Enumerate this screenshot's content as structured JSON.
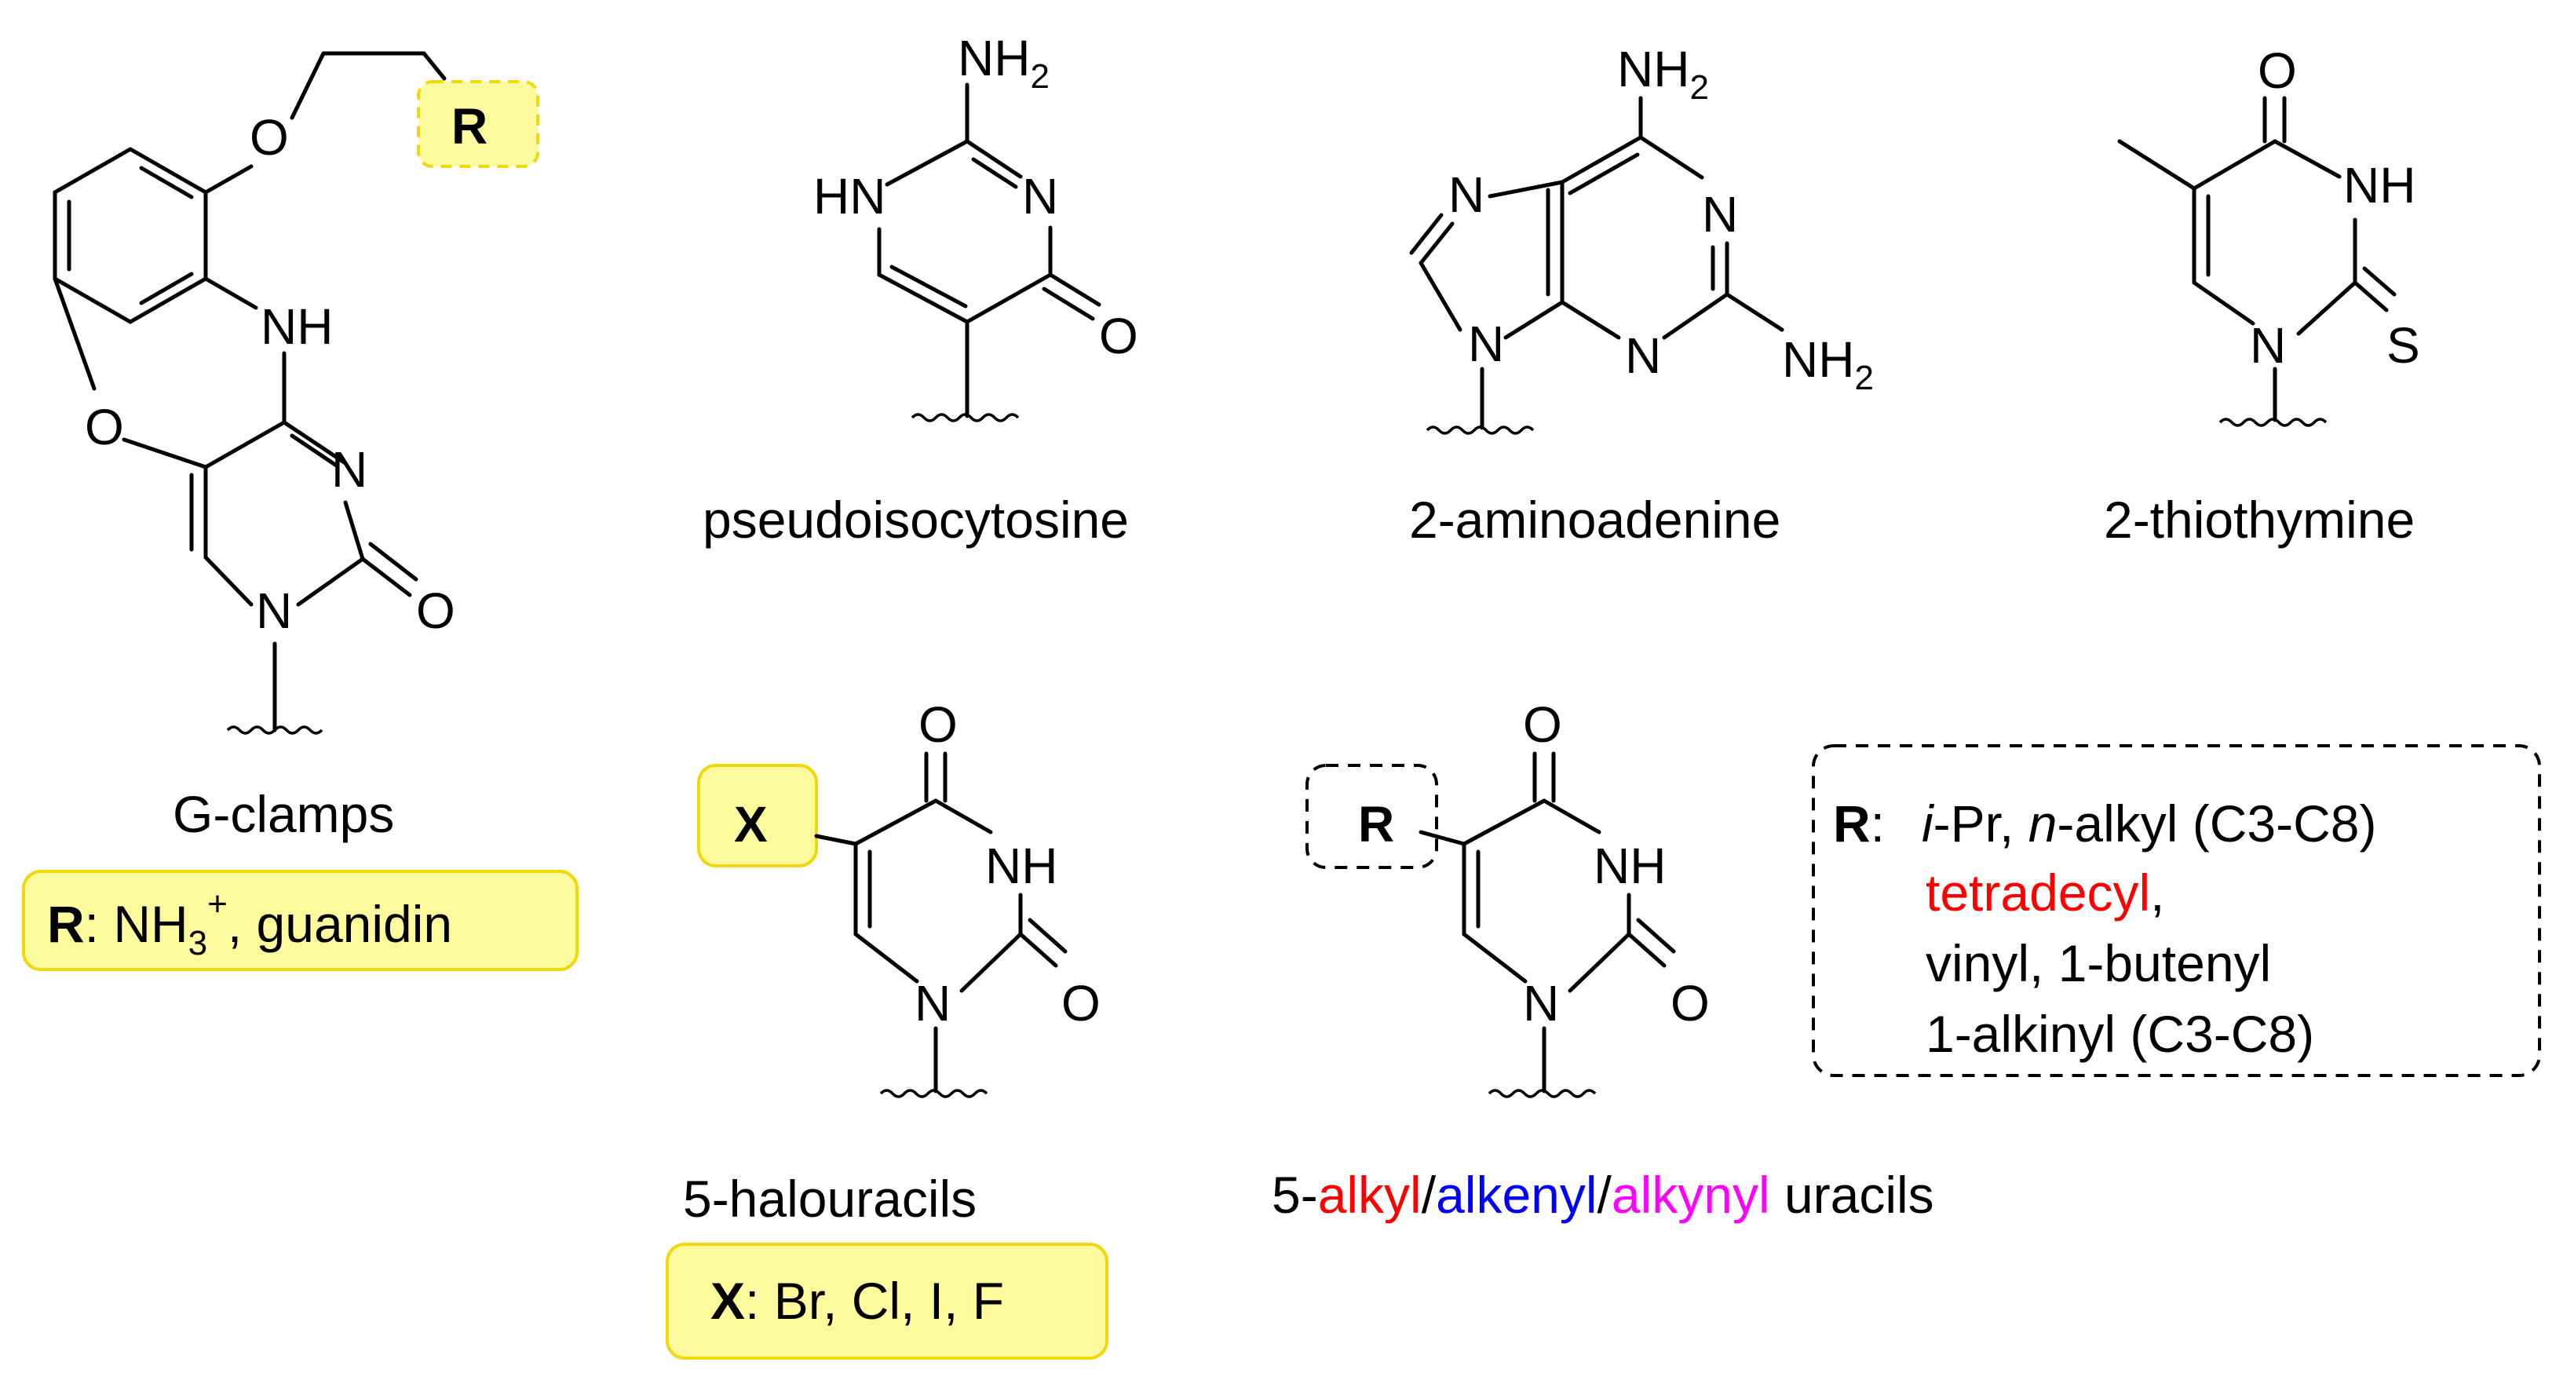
{
  "colors": {
    "highlight_fill": "#fdfa9e",
    "highlight_stroke": "#f0d80a",
    "alkyl_red": "#ff0000",
    "alkenyl_blue": "#0000ff",
    "alkynyl_magenta": "#ff00ff",
    "text": "#000000"
  },
  "atoms": {
    "O": "O",
    "N": "N",
    "NH": "NH",
    "HN": "HN",
    "NH2": "NH",
    "sub2": "2",
    "S": "S",
    "R": "R",
    "X": "X",
    "plus": "+",
    "sub3": "3"
  },
  "gclamp": {
    "name": "G-clamps",
    "r_label": "R",
    "r_sep": ": NH",
    "r_rest": ", guanidin"
  },
  "pseudoisocytosine": {
    "name": "pseudoisocytosine"
  },
  "aminoadenine": {
    "name": "2-aminoadenine"
  },
  "thiothymine": {
    "name": "2-thiothymine"
  },
  "halouracil": {
    "name": "5-halouracils",
    "x_label": "X",
    "x_values": ": Br, Cl, I, F"
  },
  "alkyluracil": {
    "name_prefix": "5-",
    "name_alkyl": "alkyl",
    "slash1": "/",
    "name_alkenyl": "alkenyl",
    "slash2": "/",
    "name_alkynyl": "alkynyl",
    "name_suffix": " uracils",
    "r_label": "R",
    "r_colon": ":",
    "line1_ipr_i": "i",
    "line1_ipr_rest": "-Pr, ",
    "line1_nalkyl_n": "n",
    "line1_nalkyl_rest": "-alkyl (C3-C8)",
    "line2": "tetradecyl",
    "line2_comma": ",",
    "line3": "vinyl, 1-butenyl",
    "line4": "1-alkinyl (C3-C8)"
  }
}
